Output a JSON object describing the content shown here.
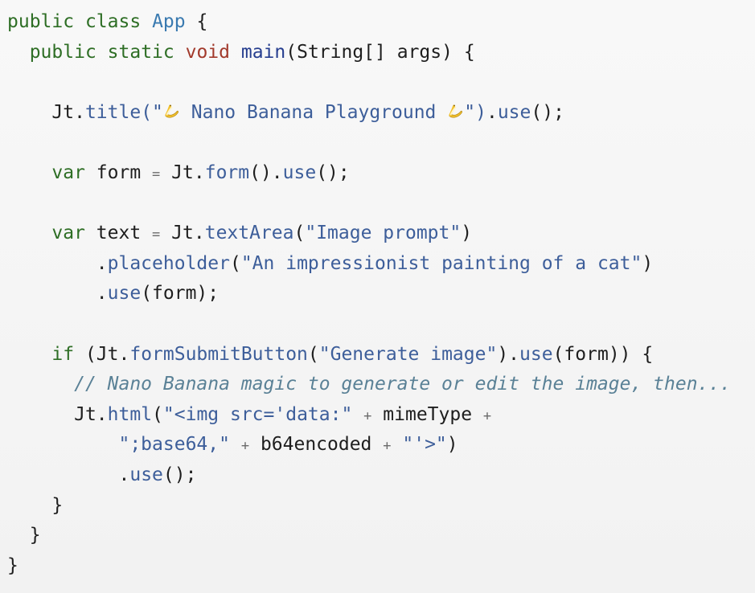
{
  "code": {
    "l1": {
      "kw_public": "public",
      "kw_class": "class",
      "cls_app": "App",
      "brace": "{"
    },
    "l2": {
      "kw_public": "public",
      "kw_static": "static",
      "kw_void": "void",
      "fn_main": "main",
      "params": "(String[] args)",
      "brace": "{"
    },
    "l4": {
      "recv": "Jt",
      "dot": ".",
      "m_title": "title",
      "open": "(\"",
      "str_text": "Nano Banana Playground",
      "close": "\")",
      "m_use": "use",
      "tail": "();"
    },
    "l6": {
      "kw_var": "var",
      "ident": "form",
      "eq": "=",
      "recv": "Jt",
      "m_form": "form",
      "mid": "().",
      "m_use": "use",
      "tail": "();"
    },
    "l8": {
      "kw_var": "var",
      "ident": "text",
      "eq": "=",
      "recv": "Jt",
      "m_textarea": "textArea",
      "open": "(",
      "str": "\"Image prompt\"",
      "close": ")"
    },
    "l9": {
      "dot": ".",
      "m_placeholder": "placeholder",
      "open": "(",
      "str": "\"An impressionist painting of a cat\"",
      "close": ")"
    },
    "l10": {
      "dot": ".",
      "m_use": "use",
      "arg": "(form);"
    },
    "l12": {
      "kw_if": "if",
      "open": "(Jt.",
      "m_submit": "formSubmitButton",
      "paren": "(",
      "str": "\"Generate image\"",
      "mid": ").",
      "m_use": "use",
      "tail": "(form)) {"
    },
    "l13": {
      "comment": "// Nano Banana magic to generate or edit the image, then..."
    },
    "l14": {
      "recv": "Jt",
      "dot": ".",
      "m_html": "html",
      "open": "(",
      "str": "\"<img src='data:\"",
      "plus": "+",
      "ident": "mimeType"
    },
    "l15": {
      "str1": "\";base64,\"",
      "ident": "b64encoded",
      "str2": "\"'>\"",
      "close": ")"
    },
    "l16": {
      "dot": ".",
      "m_use": "use",
      "tail": "();"
    },
    "l17": {
      "brace": "}"
    },
    "l18": {
      "brace": "}"
    },
    "l19": {
      "brace": "}"
    }
  }
}
